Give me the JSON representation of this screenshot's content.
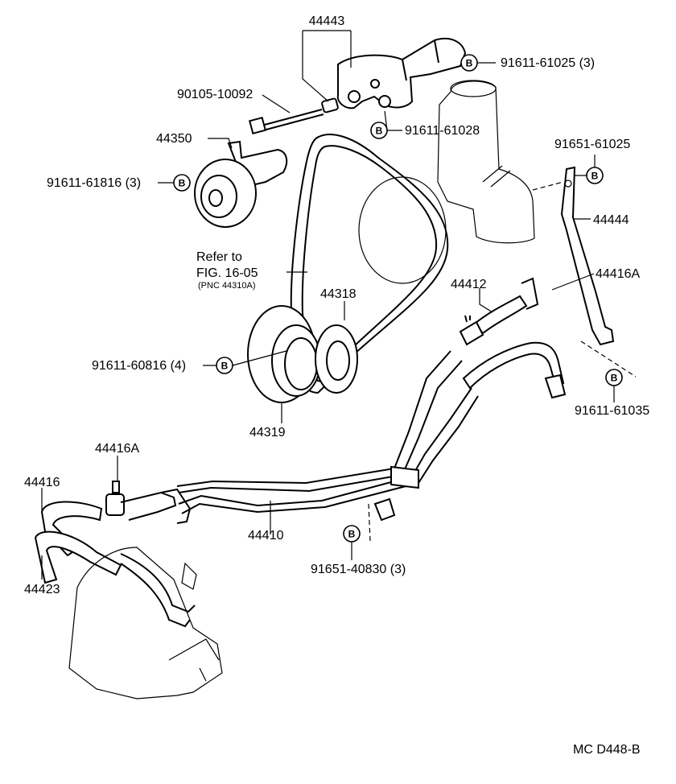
{
  "diagram": {
    "callouts": {
      "p44443": "44443",
      "p90105": "90105-10092",
      "p44350": "44350",
      "p91611_61816": "91611-61816 (3)",
      "p91611_61025": "91611-61025 (3)",
      "p91611_61028": "91611-61028",
      "p91651_61025": "91651-61025",
      "p44444": "44444",
      "refer_line1": "Refer to",
      "refer_line2": "FIG. 16-05",
      "refer_line3": "(PNC 44310A)",
      "p44318": "44318",
      "p44412": "44412",
      "p44416A_right": "44416A",
      "p91611_60816": "91611-60816 (4)",
      "p91611_61035": "91611-61035",
      "p44319": "44319",
      "p44416A_left": "44416A",
      "p44416": "44416",
      "p44410": "44410",
      "p44423": "44423",
      "p91651_40830": "91651-40830 (3)"
    },
    "bolt_symbol": "B",
    "figure_code": "MC  D448-B"
  }
}
